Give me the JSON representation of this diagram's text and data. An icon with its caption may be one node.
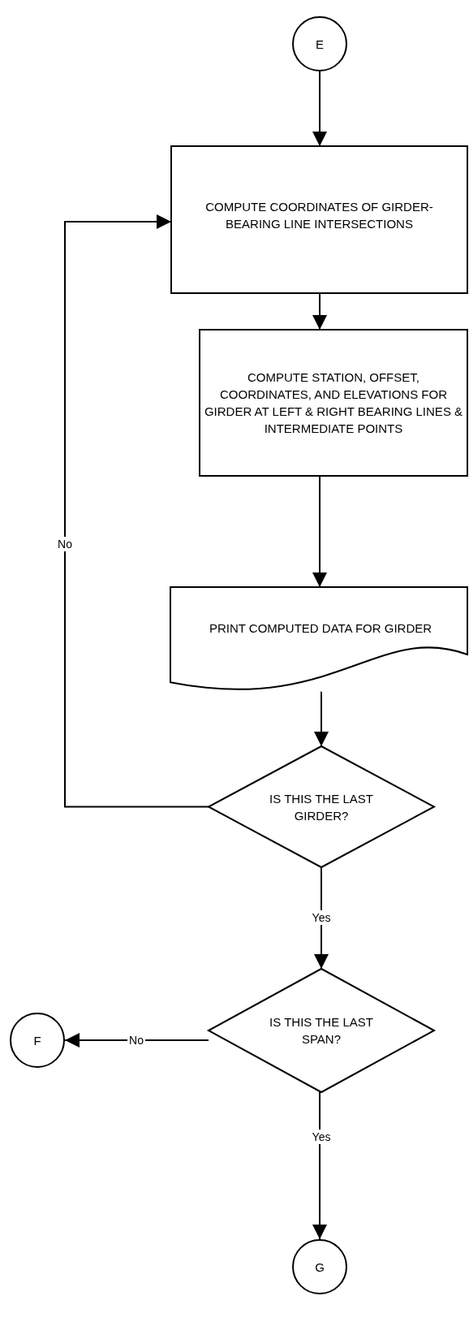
{
  "diagram": {
    "nodes": [
      {
        "text": [
          "E"
        ]
      },
      {
        "text": [
          "COMPUTE COORDINATES OF GIRDER-BEARING LINE INTERSECTIONS"
        ]
      },
      {
        "text": [
          "COMPUTE STATION, OFFSET, COORDINATES, AND ELEVATIONS FOR GIRDER AT LEFT & RIGHT BEARING LINES & INTERMEDIATE POINTS"
        ]
      },
      {
        "text": [
          "PRINT COMPUTED DATA FOR GIRDER"
        ]
      },
      {
        "text": [
          "IS THIS THE LAST GIRDER?"
        ]
      },
      {
        "text": [
          "IS THIS THE LAST SPAN?"
        ]
      },
      {
        "text": [
          "F"
        ]
      },
      {
        "text": [
          "G"
        ]
      }
    ],
    "edges": [
      {
        "from": 0,
        "to": 1,
        "arrow": "to"
      },
      {
        "from": 1,
        "to": 2,
        "arrow": "to"
      },
      {
        "from": 2,
        "to": 3,
        "arrow": "to"
      },
      {
        "from": 3,
        "to": 4,
        "arrow": "to"
      },
      {
        "from": 4,
        "to": 1,
        "arrow": "to",
        "label": "No"
      },
      {
        "from": 4,
        "to": 5,
        "arrow": "to",
        "label": "Yes"
      },
      {
        "from": 5,
        "to": 6,
        "arrow": "to",
        "label": "No"
      },
      {
        "from": 5,
        "to": 7,
        "arrow": "to",
        "label": "Yes"
      }
    ]
  }
}
